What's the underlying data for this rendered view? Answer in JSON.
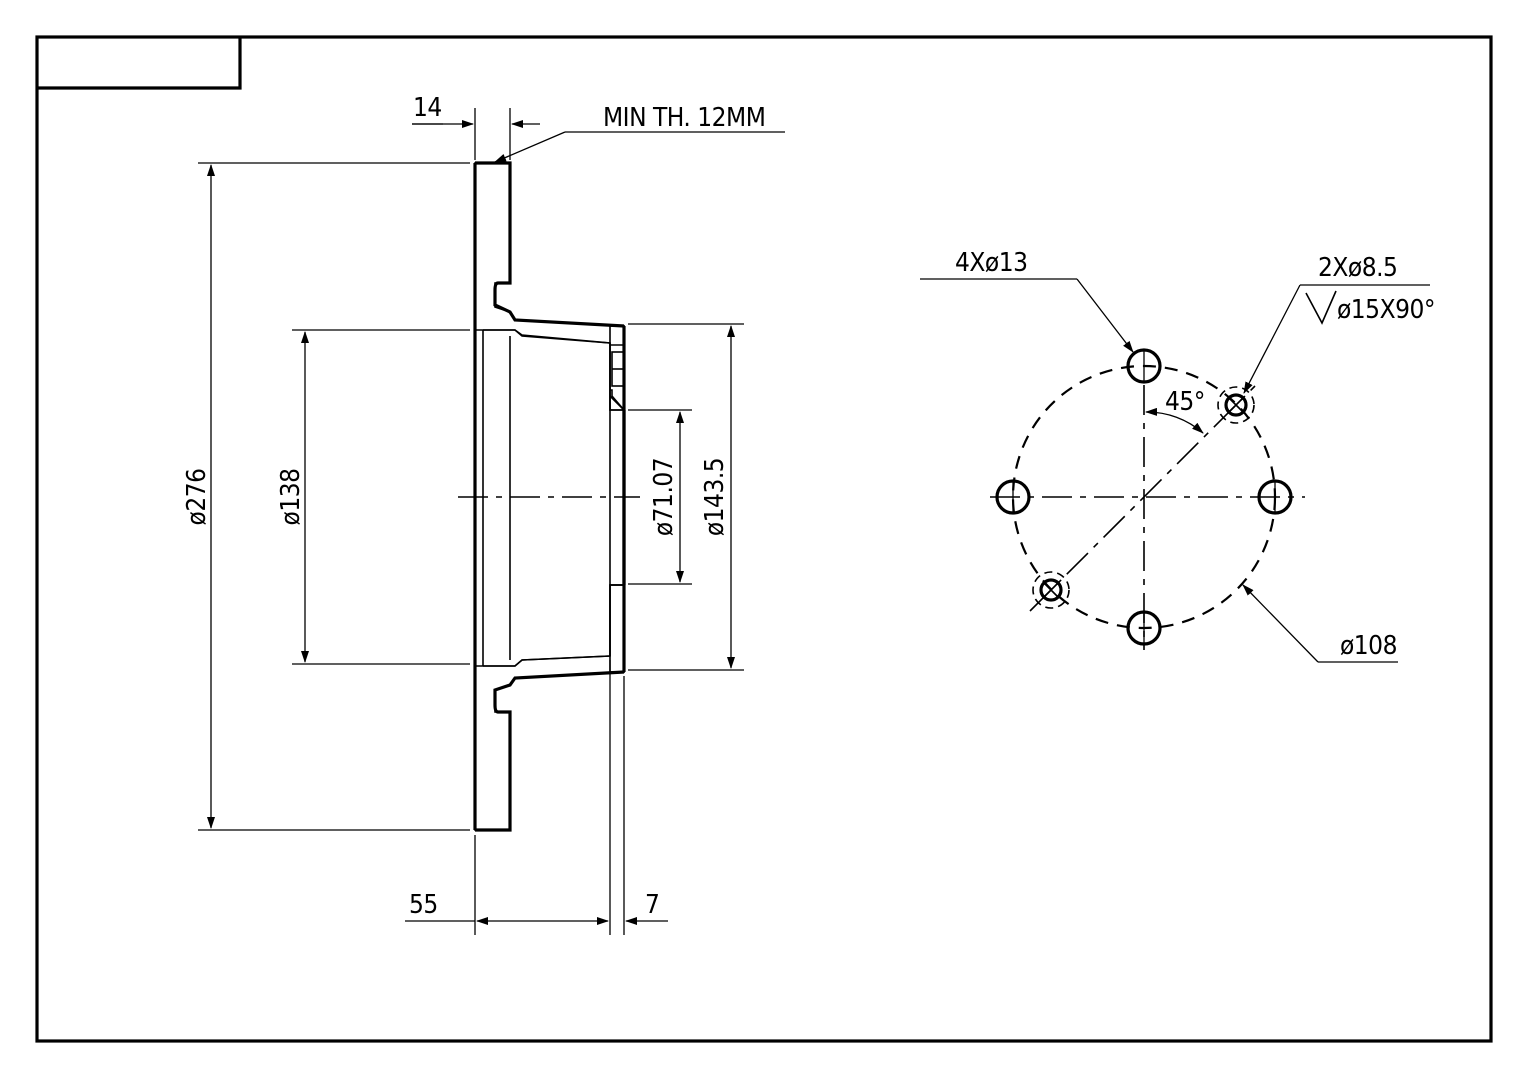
{
  "drawing": {
    "section_view": {
      "dim_thickness": "14",
      "note_min_thickness": "MIN TH. 12MM",
      "dim_outer_diameter": "ø276",
      "dim_inner_diameter": "ø138",
      "dim_bore_diameter": "ø71.07",
      "dim_hub_diameter": "ø143.5",
      "dim_offset": "55",
      "dim_hub_wall": "7"
    },
    "bolt_view": {
      "callout_bolt_holes": "4Xø13",
      "callout_small_holes": "2Xø8.5",
      "callout_countersink": "ø15X90°",
      "dim_angle": "45°",
      "dim_pcd": "ø108"
    }
  }
}
